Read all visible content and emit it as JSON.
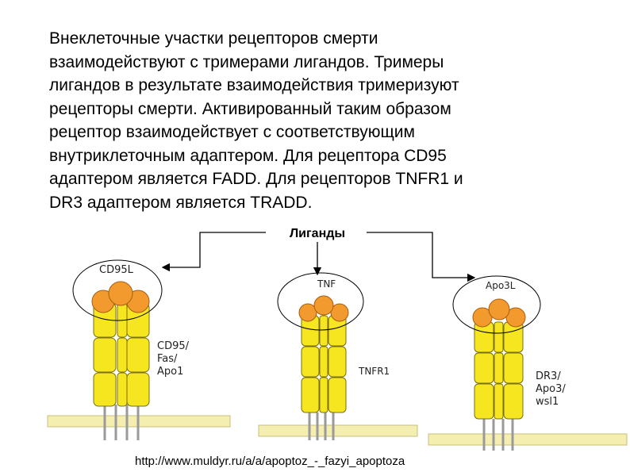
{
  "paragraph_lines": [
    "Внеклеточные участки рецепторов смерти",
    "взаимодействуют с тримерами лигандов. Тримеры",
    "лигандов в результате взаимодействия тримеризуют",
    "рецепторы смерти. Активированный таким образом",
    "рецептор взаимодействует с соответствующим",
    "внутриклеточным адаптером. Для рецептора CD95",
    "адаптером является FADD. Для рецепторов TNFR1 и",
    "DR3 адаптером является TRADD."
  ],
  "diagram": {
    "title": "Лиганды",
    "receptors": [
      {
        "ligand": "CD95L",
        "label_lines": [
          "CD95/",
          "Fas/",
          "Apo1"
        ]
      },
      {
        "ligand": "TNF",
        "label_lines": [
          "TNFR1"
        ]
      },
      {
        "ligand": "Apo3L",
        "label_lines": [
          "DR3/",
          "Apo3/",
          "wsl1"
        ]
      }
    ],
    "colors": {
      "receptor_fill": "#f5e620",
      "receptor_stroke": "#7a6f10",
      "ligand_fill": "#f29a2e",
      "membrane_fill": "#f4eeb0",
      "tail": "#9a9a9a"
    }
  },
  "source_url": "http://www.muldyr.ru/a/a/apoptoz_-_fazyi_apoptoza"
}
